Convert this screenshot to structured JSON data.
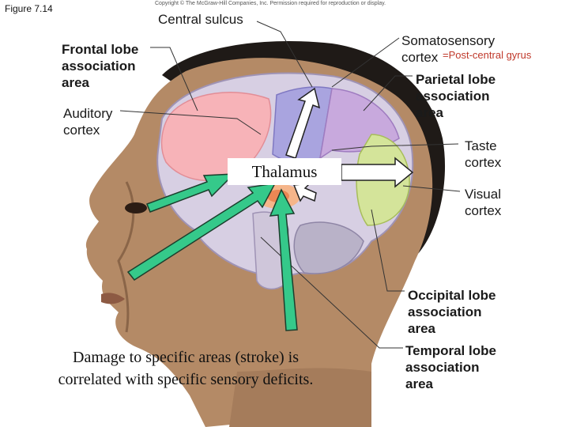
{
  "figure_label": "Figure 7.14",
  "copyright": "Copyright © The McGraw-Hill Companies, Inc. Permission required for reproduction or display.",
  "labels": {
    "central_sulcus": "Central sulcus",
    "frontal": "Frontal lobe\nassociation\narea",
    "auditory": "Auditory\ncortex",
    "somatosensory": "Somatosensory\ncortex",
    "post_central_note": "=Post-central gyrus",
    "parietal": "Parietal lobe\nassociation\narea",
    "taste": "Taste\ncortex",
    "visual": "Visual\ncortex",
    "occipital": "Occipital lobe\nassociation\narea",
    "temporal": "Temporal lobe\nassociation\narea"
  },
  "thalamus_label": "Thalamus",
  "caption": "Damage to specific areas (stroke) is\ncorrelated with specific sensory deficits.",
  "colors": {
    "frontal": "#f7b3b8",
    "parietal": "#c8a9dd",
    "somatosensory": "#a9a4df",
    "visual": "#d4e49a",
    "thalamus": "#f5b58a",
    "arrow_fill": "#35c98a",
    "brain": "#d7cfe3",
    "skin": "#b48a66"
  }
}
